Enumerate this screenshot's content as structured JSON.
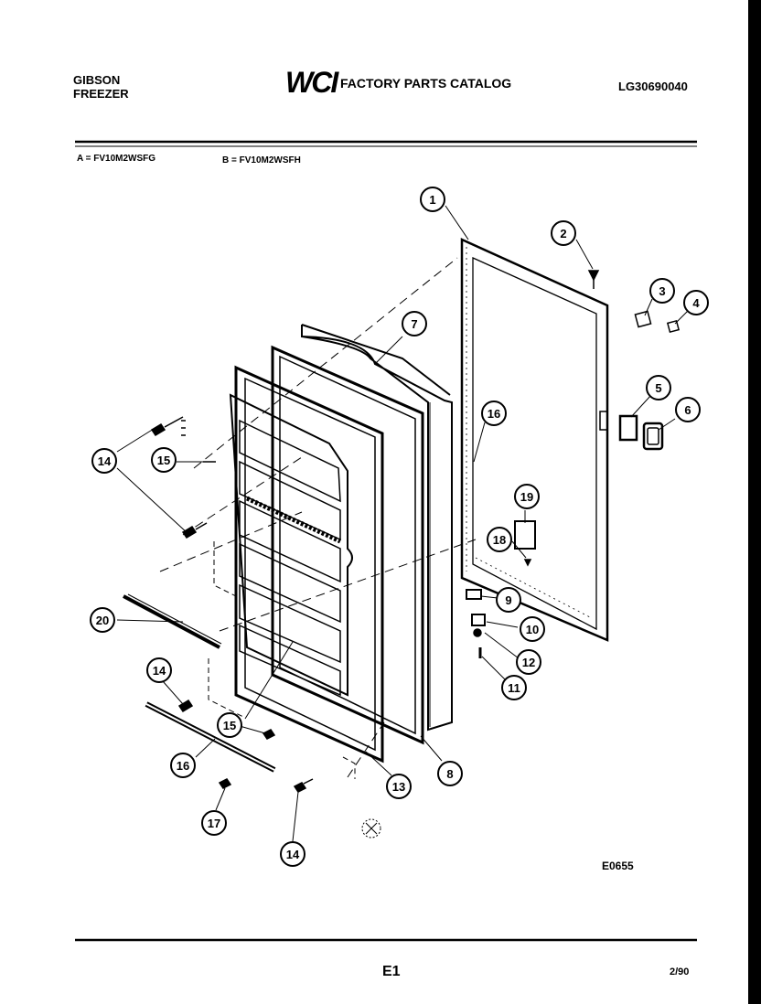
{
  "header": {
    "brand_line1": "GIBSON",
    "brand_line2": "FREEZER",
    "logo": "WCI",
    "catalog_title": "FACTORY PARTS CATALOG",
    "catalog_number": "LG30690040"
  },
  "models": {
    "a": "A = FV10M2WSFG",
    "b": "B = FV10M2WSFH"
  },
  "diagram": {
    "code": "E0655",
    "callouts": [
      {
        "label": "1"
      },
      {
        "label": "2"
      },
      {
        "label": "3"
      },
      {
        "label": "4"
      },
      {
        "label": "5"
      },
      {
        "label": "6"
      },
      {
        "label": "7"
      },
      {
        "label": "15"
      },
      {
        "label": "14"
      },
      {
        "label": "16"
      },
      {
        "label": "19"
      },
      {
        "label": "18"
      },
      {
        "label": "9"
      },
      {
        "label": "10"
      },
      {
        "label": "12"
      },
      {
        "label": "11"
      },
      {
        "label": "20"
      },
      {
        "label": "14"
      },
      {
        "label": "15"
      },
      {
        "label": "16"
      },
      {
        "label": "17"
      },
      {
        "label": "14"
      },
      {
        "label": "13"
      },
      {
        "label": "8"
      }
    ]
  },
  "footer": {
    "page": "E1",
    "date": "2/90"
  },
  "colors": {
    "ink": "#000000",
    "paper": "#ffffff",
    "border": "#000000"
  }
}
